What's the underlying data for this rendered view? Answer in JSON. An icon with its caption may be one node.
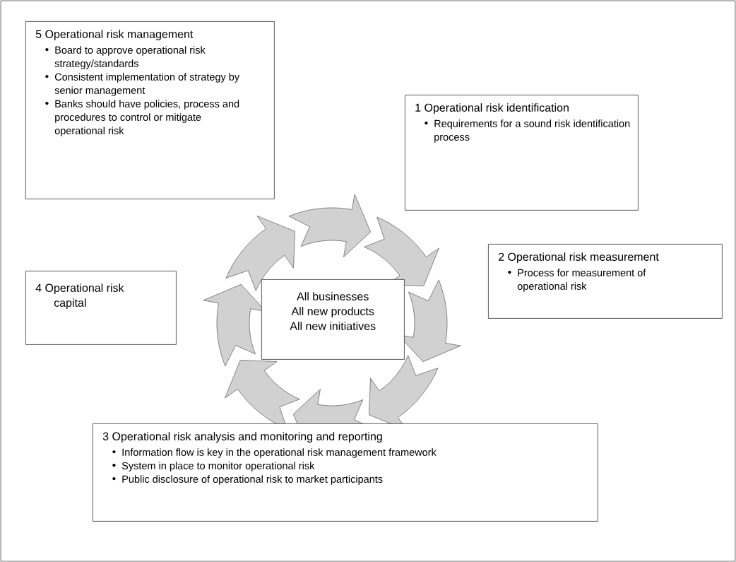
{
  "diagram": {
    "nodes": [
      {
        "text": [
          "5 Operational risk management",
          "Board to approve operational risk strategy/standards",
          "Consistent implementation of strategy by senior management",
          "Banks should have policies, process and procedures to control or mitigate operational risk"
        ]
      },
      {
        "text": [
          "1 Operational risk identification",
          "Requirements for a sound risk identification process"
        ]
      },
      {
        "text": [
          "4 Operational risk capital"
        ]
      },
      {
        "text": [
          "All businesses",
          "All new products",
          "All new initiatives"
        ]
      },
      {
        "text": [
          "2 Operational risk measurement",
          "Process for measurement of operational risk"
        ]
      },
      {
        "text": [
          "3 Operational risk analysis and monitoring and reporting",
          "Information flow is key in the operational risk management framework",
          "System in place to monitor operational risk",
          "Public disclosure of operational risk to market participants"
        ]
      }
    ]
  }
}
